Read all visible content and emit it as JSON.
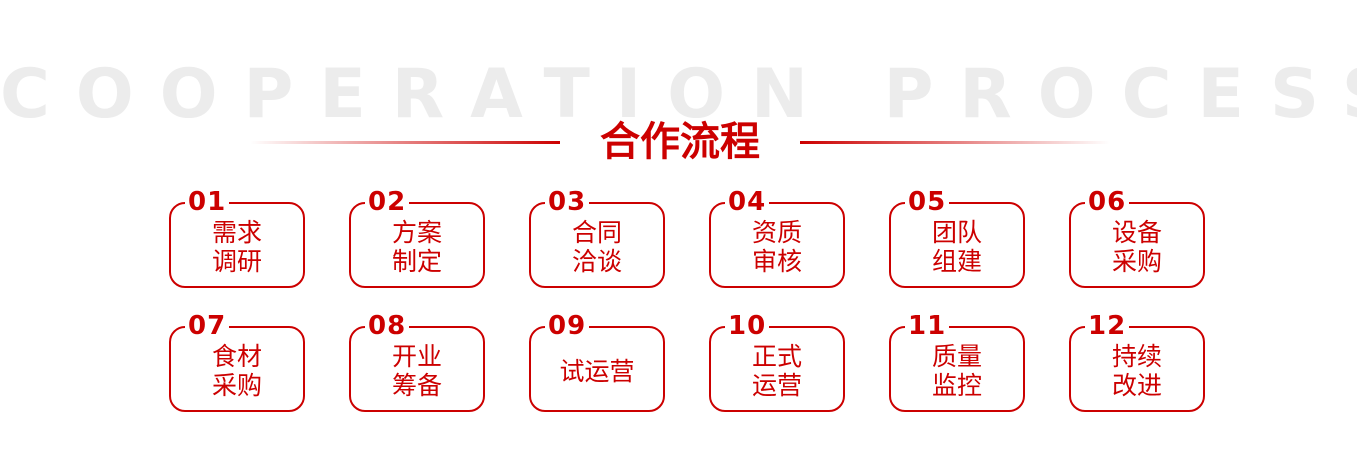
{
  "background_title": "COOPERATION PROCESS",
  "heading": "合作流程",
  "accent_color": "#cc0000",
  "steps": [
    {
      "num": "01",
      "label": "需求\n调研"
    },
    {
      "num": "02",
      "label": "方案\n制定"
    },
    {
      "num": "03",
      "label": "合同\n洽谈"
    },
    {
      "num": "04",
      "label": "资质\n审核"
    },
    {
      "num": "05",
      "label": "团队\n组建"
    },
    {
      "num": "06",
      "label": "设备\n采购"
    },
    {
      "num": "07",
      "label": "食材\n采购"
    },
    {
      "num": "08",
      "label": "开业\n筹备"
    },
    {
      "num": "09",
      "label": "试运营"
    },
    {
      "num": "10",
      "label": "正式\n运营"
    },
    {
      "num": "11",
      "label": "质量\n监控"
    },
    {
      "num": "12",
      "label": "持续\n改进"
    }
  ]
}
